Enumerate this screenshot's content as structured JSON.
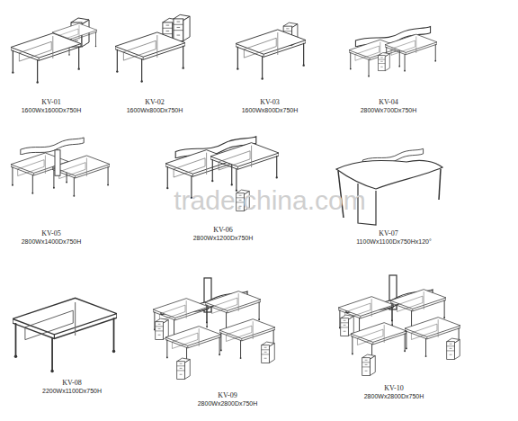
{
  "diagram": {
    "labels": [
      "KV-01",
      "1600Wx1600Dx750H",
      "KV-02",
      "1600Wx800Dx750H",
      "KV-03",
      "1600Wx800Dx750H",
      "KV-04",
      "2800Wx700Dx750H",
      "KV-05",
      "2800Wx1400Dx750H",
      "KV-06",
      "2800Wx1200Dx750H",
      "KV-07",
      "1100Wx1100Dx750Hx120°",
      "KV-08",
      "2200Wx1100Dx750H",
      "KV-09",
      "2800Wx2800Dx750H",
      "KV-10",
      "2800Wx2800Dx750H",
      "trade.china.com"
    ]
  }
}
